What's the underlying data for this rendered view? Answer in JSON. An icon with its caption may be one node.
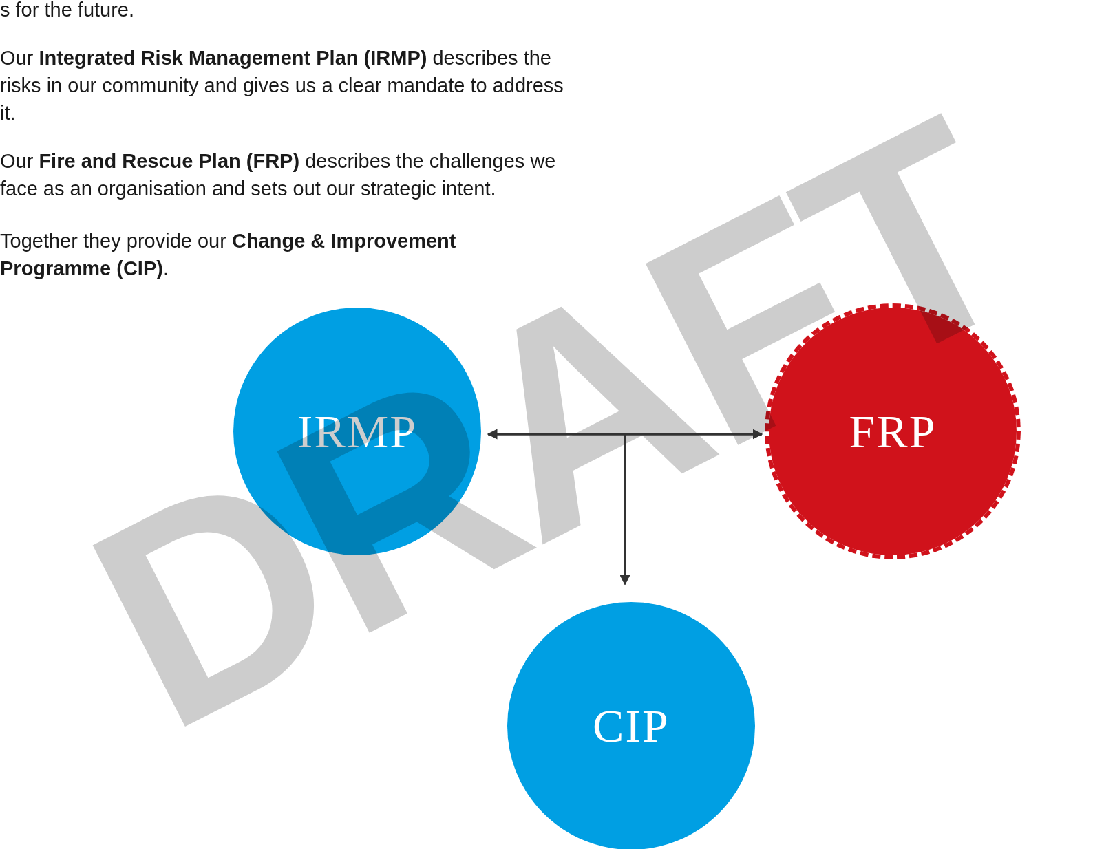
{
  "diagram": {
    "nodes": [
      {
        "text": [
          "IRMP"
        ]
      },
      {
        "text": [
          "FRP"
        ]
      },
      {
        "text": [
          "CIP"
        ]
      }
    ],
    "edges": [
      {
        "from": 0,
        "to": 1,
        "arrow": "both"
      },
      {
        "from": 0,
        "to": 2,
        "arrow": "to"
      },
      {
        "from": 1,
        "to": 2,
        "arrow": "to"
      }
    ],
    "labels": [
      "s for the future.",
      "Our **Integrated Risk Management Plan (IRMP)** describes the risks in our community and gives us a clear mandate to address it.",
      "Our **Fire and Rescue Plan (FRP)** describes the challenges we face as an organisation and sets out our strategic intent.",
      "Together they provide our **Change & Improvement Programme (CIP)**.",
      "DRAFT"
    ]
  }
}
